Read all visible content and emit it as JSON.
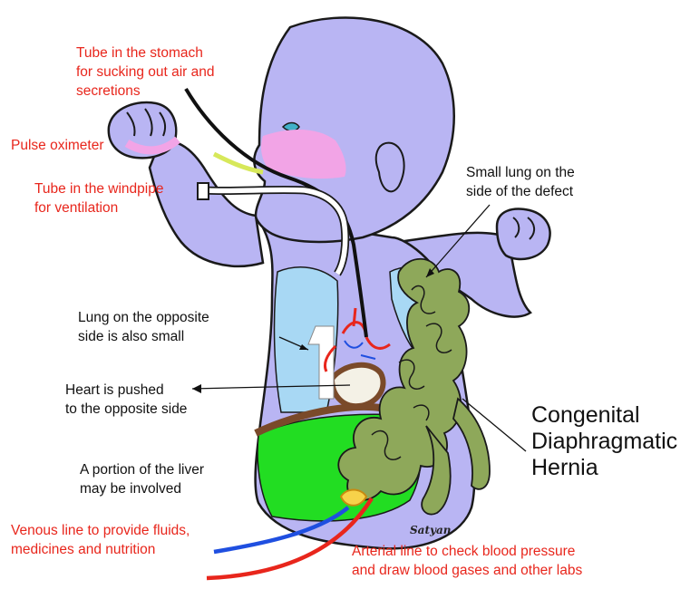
{
  "title_lines": [
    "Congenital",
    "Diaphragmatic",
    "Hernia"
  ],
  "signature": "Satyan",
  "labels": {
    "stomach_tube": [
      "Tube in the stomach",
      "for sucking out air and",
      "secretions"
    ],
    "pulse_oximeter": [
      "Pulse oximeter"
    ],
    "windpipe_tube": [
      "Tube in the windpipe",
      "for ventilation"
    ],
    "small_lung_defect": [
      "Small lung on the",
      "side of the defect"
    ],
    "opposite_lung": [
      "Lung on the opposite",
      "side is also small"
    ],
    "heart": [
      "Heart is pushed",
      "to the opposite side"
    ],
    "liver": [
      "A portion of the liver",
      "may be involved"
    ],
    "venous_line": [
      "Venous line to provide fluids,",
      "medicines and nutrition"
    ],
    "arterial_line": [
      "Arterial line to check blood pressure",
      "and draw blood gases and other labs"
    ]
  },
  "colors": {
    "body": "#b9b5f3",
    "outline": "#1a1a1a",
    "lung": "#a8d8f4",
    "liver": "#22dd22",
    "intestine": "#8ea85a",
    "diaphragm": "#7a4a2a",
    "airway": "#f2a4e6",
    "red_label": "#e8261c",
    "venous_line": "#1f4fe0",
    "arterial_line": "#e8261c"
  }
}
